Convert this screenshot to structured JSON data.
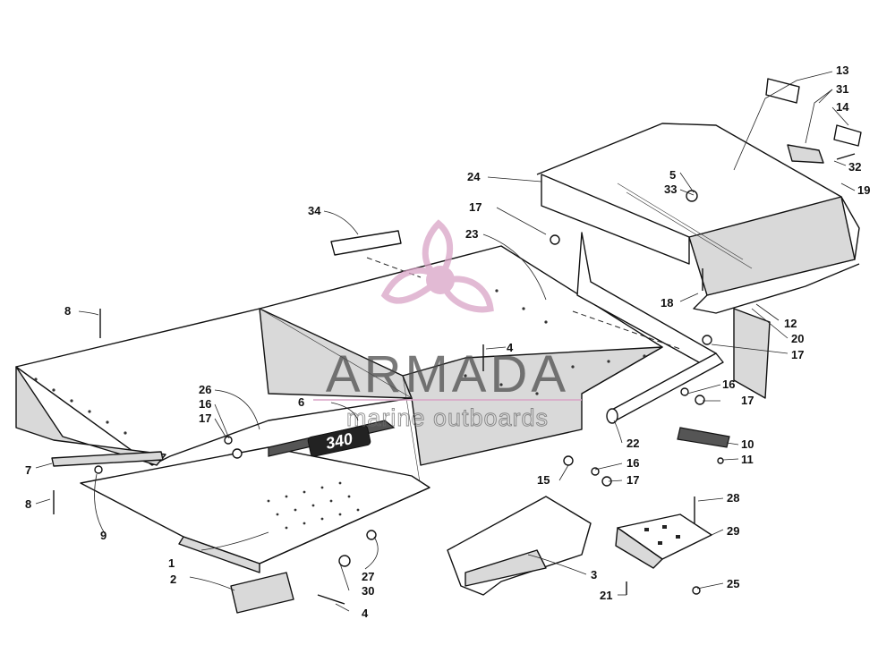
{
  "watermark": {
    "brand": "ARMADA",
    "tagline": "marine outboards",
    "color": "#d9a3c6"
  },
  "emblem_text": "340",
  "callouts": [
    {
      "id": "c1",
      "label": "1"
    },
    {
      "id": "c2",
      "label": "2"
    },
    {
      "id": "c3",
      "label": "3"
    },
    {
      "id": "c4a",
      "label": "4"
    },
    {
      "id": "c4b",
      "label": "4"
    },
    {
      "id": "c5",
      "label": "5"
    },
    {
      "id": "c6",
      "label": "6"
    },
    {
      "id": "c7",
      "label": "7"
    },
    {
      "id": "c8a",
      "label": "8"
    },
    {
      "id": "c8b",
      "label": "8"
    },
    {
      "id": "c9",
      "label": "9"
    },
    {
      "id": "c10",
      "label": "10"
    },
    {
      "id": "c11",
      "label": "11"
    },
    {
      "id": "c12",
      "label": "12"
    },
    {
      "id": "c13",
      "label": "13"
    },
    {
      "id": "c14",
      "label": "14"
    },
    {
      "id": "c15",
      "label": "15"
    },
    {
      "id": "c16a",
      "label": "16"
    },
    {
      "id": "c16b",
      "label": "16"
    },
    {
      "id": "c16c",
      "label": "16"
    },
    {
      "id": "c17a",
      "label": "17"
    },
    {
      "id": "c17b",
      "label": "17"
    },
    {
      "id": "c17c",
      "label": "17"
    },
    {
      "id": "c17d",
      "label": "17"
    },
    {
      "id": "c17e",
      "label": "17"
    },
    {
      "id": "c18",
      "label": "18"
    },
    {
      "id": "c19",
      "label": "19"
    },
    {
      "id": "c20",
      "label": "20"
    },
    {
      "id": "c21",
      "label": "21"
    },
    {
      "id": "c22",
      "label": "22"
    },
    {
      "id": "c23",
      "label": "23"
    },
    {
      "id": "c24",
      "label": "24"
    },
    {
      "id": "c25",
      "label": "25"
    },
    {
      "id": "c26",
      "label": "26"
    },
    {
      "id": "c27",
      "label": "27"
    },
    {
      "id": "c28",
      "label": "28"
    },
    {
      "id": "c29",
      "label": "29"
    },
    {
      "id": "c30",
      "label": "30"
    },
    {
      "id": "c31",
      "label": "31"
    },
    {
      "id": "c32",
      "label": "32"
    },
    {
      "id": "c33",
      "label": "33"
    },
    {
      "id": "c34",
      "label": "34"
    }
  ]
}
